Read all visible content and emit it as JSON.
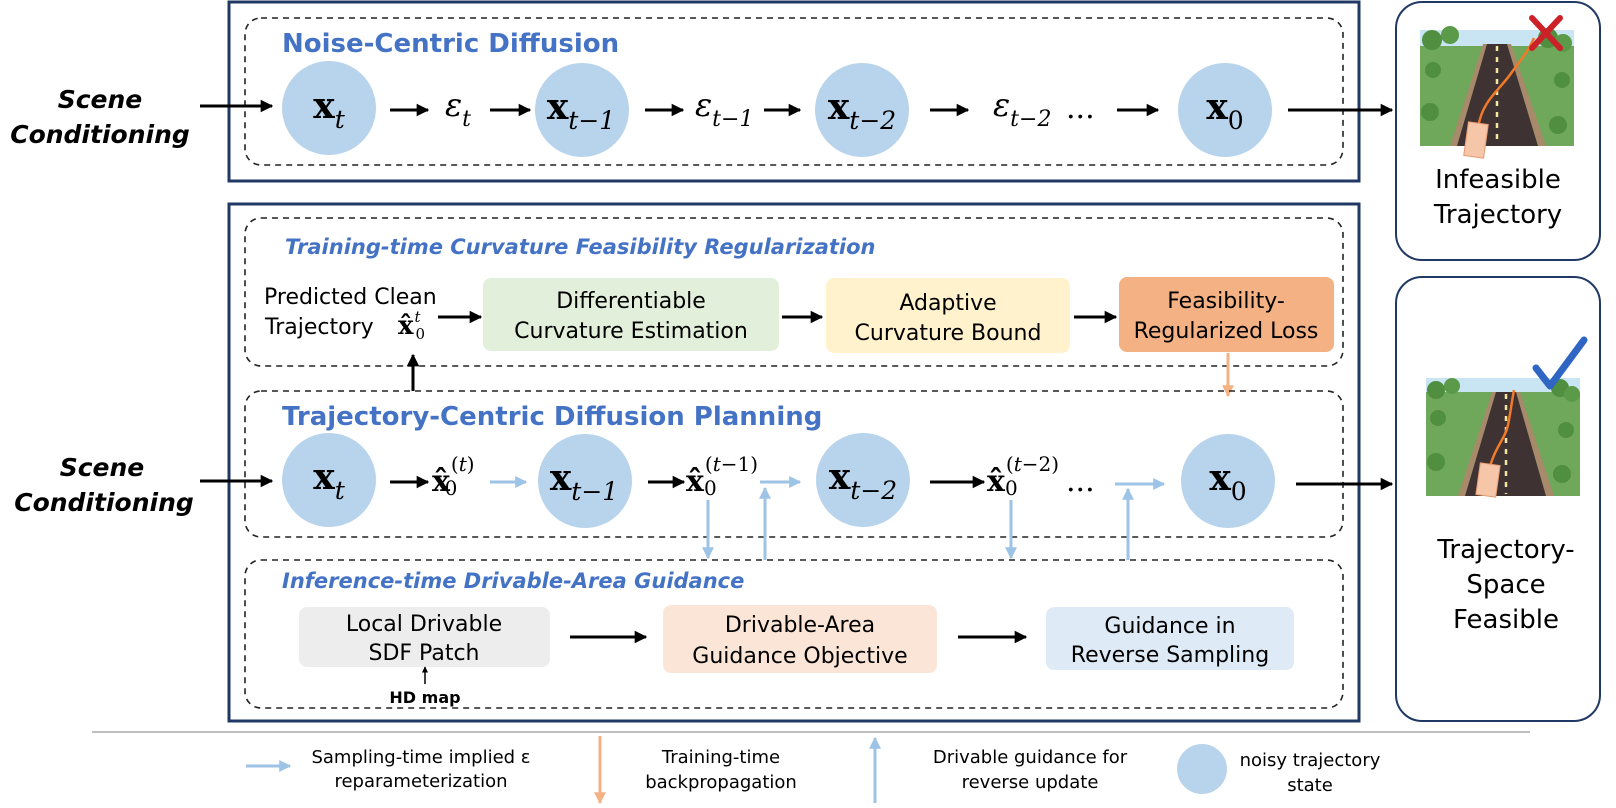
{
  "scene_conditioning": {
    "line1": "Scene",
    "line2": "Conditioning"
  },
  "noise_centric": {
    "title": "Noise-Centric Diffusion",
    "states": [
      "x_t",
      "x_t-1",
      "x_t-2",
      "x_0"
    ],
    "epsilons": [
      "ε_t",
      "ε_t-1",
      "ε_t-2"
    ],
    "ellipsis": "..."
  },
  "infeasible": {
    "line1": "Infeasible",
    "line2": "Trajectory"
  },
  "training": {
    "title": "Training-time Curvature Feasibility Regularization",
    "predicted_line1": "Predicted Clean",
    "predicted_line2": "Trajectory",
    "box1_line1": "Differentiable",
    "box1_line2": "Curvature Estimation",
    "box2_line1": "Adaptive",
    "box2_line2": "Curvature Bound",
    "box3_line1": "Feasibility-",
    "box3_line2": "Regularized Loss"
  },
  "trajectory_centric": {
    "title": "Trajectory-Centric Diffusion Planning",
    "ellipsis": "..."
  },
  "inference": {
    "title": "Inference-time Drivable-Area Guidance",
    "box1_line1": "Local Drivable",
    "box1_line2": "SDF Patch",
    "hd_map": "HD map",
    "box2_line1": "Drivable-Area",
    "box2_line2": "Guidance Objective",
    "box3_line1": "Guidance in",
    "box3_line2": "Reverse Sampling"
  },
  "feasible": {
    "line1": "Trajectory-",
    "line2": "Space",
    "line3": "Feasible"
  },
  "legend": {
    "item1_line1": "Sampling-time implied ε",
    "item1_line2": "reparameterization",
    "item2_line1": "Training-time",
    "item2_line2": "backpropagation",
    "item3_line1": "Drivable guidance for",
    "item3_line2": "reverse update",
    "item4_line1": "noisy trajectory",
    "item4_line2": "state"
  },
  "colors": {
    "title_blue": "#4472c4",
    "circle_fill": "#b8d3ec",
    "navy_border": "#1f3864",
    "light_arrow": "#9dc3e6",
    "orange_arrow": "#f4b183",
    "box_green": "#e2efda",
    "box_yellow": "#fff2cc",
    "box_orange": "#f4b183",
    "box_gray": "#ededed",
    "box_peach": "#fbe5d6",
    "box_lightblue": "#deebf7"
  }
}
